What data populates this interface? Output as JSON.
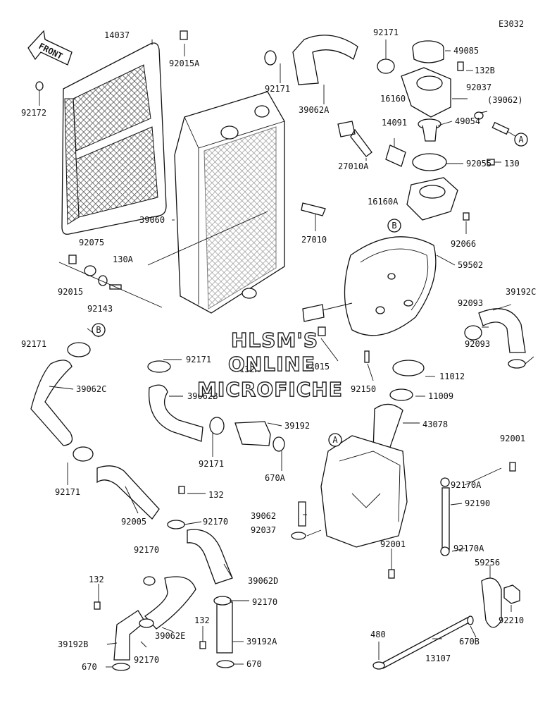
{
  "diagram_code": "E3032",
  "front_arrow_label": "FRONT",
  "watermark": [
    "HLSM'S",
    "ONLINE",
    "MICROFICHE"
  ],
  "callouts": {
    "A": "A",
    "B": "B"
  },
  "part_labels": {
    "p14037": "14037",
    "p92015A": "92015A",
    "p92172": "92172",
    "p92171_a": "92171",
    "p39062A": "39062A",
    "p92171_b": "92171",
    "p49085": "49085",
    "p132B": "132B",
    "p16160": "16160",
    "p92037_a": "92037",
    "p39062_ref": "(39062)",
    "p14091": "14091",
    "p49054": "49054",
    "p27010A": "27010A",
    "p92055": "92055",
    "p130": "130",
    "p16160A": "16160A",
    "p39060": "39060",
    "p27010": "27010",
    "p92066": "92066",
    "p92075": "92075",
    "p130A": "130A",
    "p92015_a": "92015",
    "p92143": "92143",
    "p59502": "59502",
    "p39192C": "39192C",
    "p92093_a": "92093",
    "p92093_b": "92093",
    "p92171_c": "92171",
    "p92171_d": "92171",
    "p92015_b": "92015",
    "p92150": "92150",
    "p11012": "11012",
    "p132A": "132A",
    "p39062C": "39062C",
    "p39062B": "39062B",
    "p11009": "11009",
    "p39192": "39192",
    "p43078": "43078",
    "p92171_e": "92171",
    "p670A": "670A",
    "p92001_a": "92001",
    "p92171_f": "92171",
    "p132_a": "132",
    "p92170A_a": "92170A",
    "p92005": "92005",
    "p92170_a": "92170",
    "p39062": "39062",
    "p92190": "92190",
    "p92037_b": "92037",
    "p92001_b": "92001",
    "p92170A_b": "92170A",
    "p92170_b": "92170",
    "p59256": "59256",
    "p132_b": "132",
    "p39062D": "39062D",
    "p92170_c": "92170",
    "p92210": "92210",
    "p132_c": "132",
    "p39062E": "39062E",
    "p39192B": "39192B",
    "p39192A": "39192A",
    "p480": "480",
    "p670B": "670B",
    "p92170_d": "92170",
    "p13107": "13107",
    "p670_a": "670",
    "p670_b": "670"
  }
}
